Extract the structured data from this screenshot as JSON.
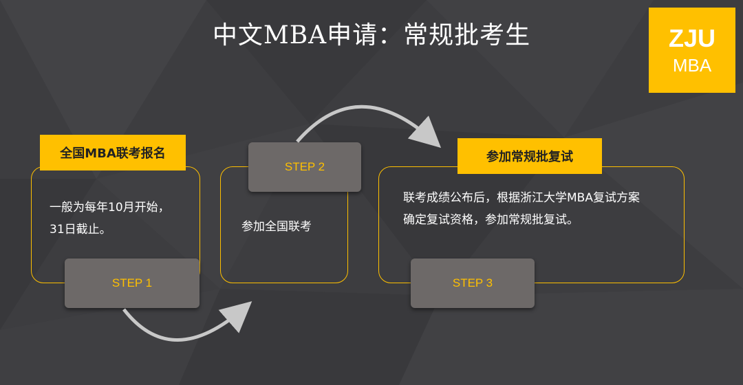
{
  "title": "中文MBA申请：常规批考生",
  "logo": {
    "main": "ZJU",
    "sub": "MBA"
  },
  "steps": [
    {
      "tag": "全国MBA联考报名",
      "badge": "STEP 1",
      "text_lines": [
        "一般为每年10月开始，",
        "31日截止。"
      ]
    },
    {
      "tag": "",
      "badge": "STEP 2",
      "text_lines": [
        "参加全国联考"
      ]
    },
    {
      "tag": "参加常规批复试",
      "badge": "STEP 3",
      "text_lines": [
        "联考成绩公布后，根据浙江大学MBA复试方案",
        "确定复试资格，参加常规批复试。"
      ]
    }
  ],
  "colors": {
    "accent": "#ffc000",
    "background": "#3d3d40",
    "badge": "#6d6968",
    "text": "#ffffff"
  }
}
